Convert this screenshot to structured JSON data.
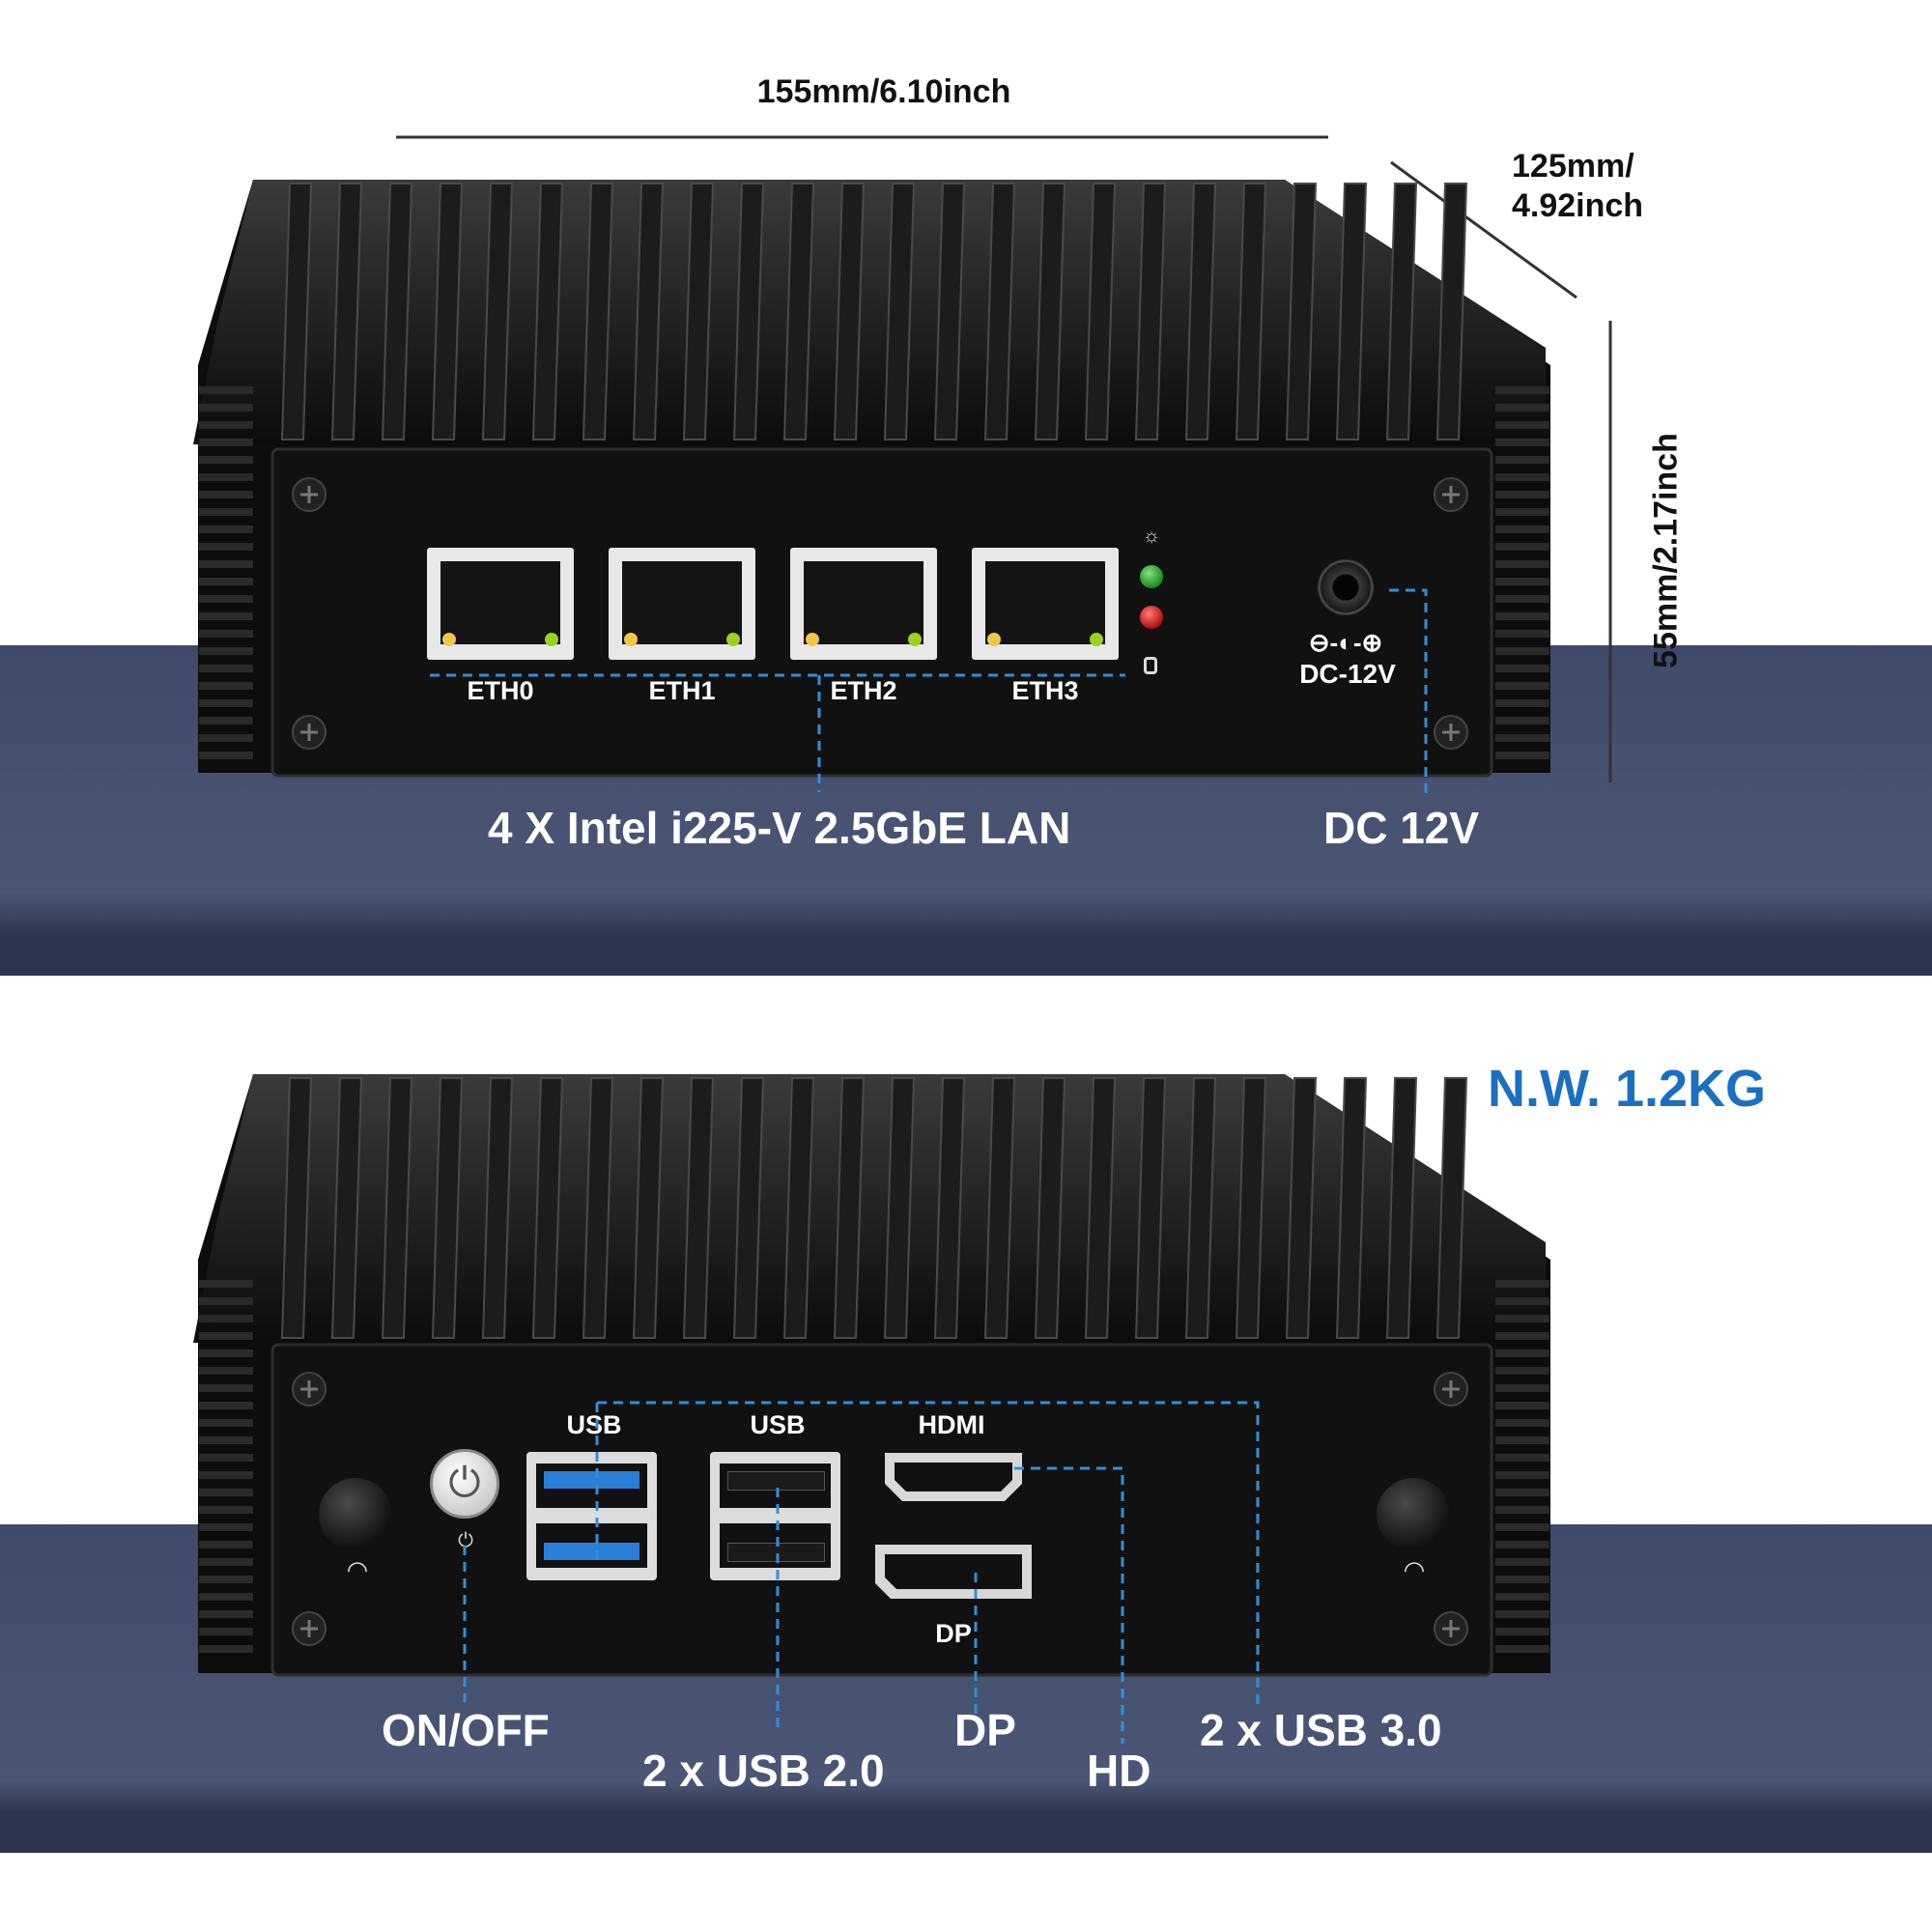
{
  "dimensions": {
    "width_label": "155mm/6.10inch",
    "depth_label_line1": "125mm/",
    "depth_label_line2": "4.92inch",
    "height_label": "55mm/2.17inch"
  },
  "front_panel": {
    "ports": [
      "ETH0",
      "ETH1",
      "ETH2",
      "ETH3"
    ],
    "power_jack_label": "DC-12V",
    "callout_lan": "4 X Intel i225-V 2.5GbE LAN",
    "callout_power": "DC 12V"
  },
  "rear_panel": {
    "weight_label": "N.W. 1.2KG",
    "usb3_port_label": "USB",
    "usb2_port_label": "USB",
    "hdmi_port_label": "HDMI",
    "dp_port_label": "DP",
    "callout_onoff": "ON/OFF",
    "callout_usb2": "2 x USB 2.0",
    "callout_dp": "DP",
    "callout_hd": "HD",
    "callout_usb3": "2 x USB 3.0"
  },
  "colors": {
    "band": "#3e4a68",
    "band_bottom": "#2d3750",
    "device_body": "#161616",
    "callout_line": "#2f8fdc",
    "weight_text": "#1b6fc1",
    "usb3_blue": "#2a7fd6",
    "led_green": "#2aa32a",
    "led_red": "#c81616"
  }
}
